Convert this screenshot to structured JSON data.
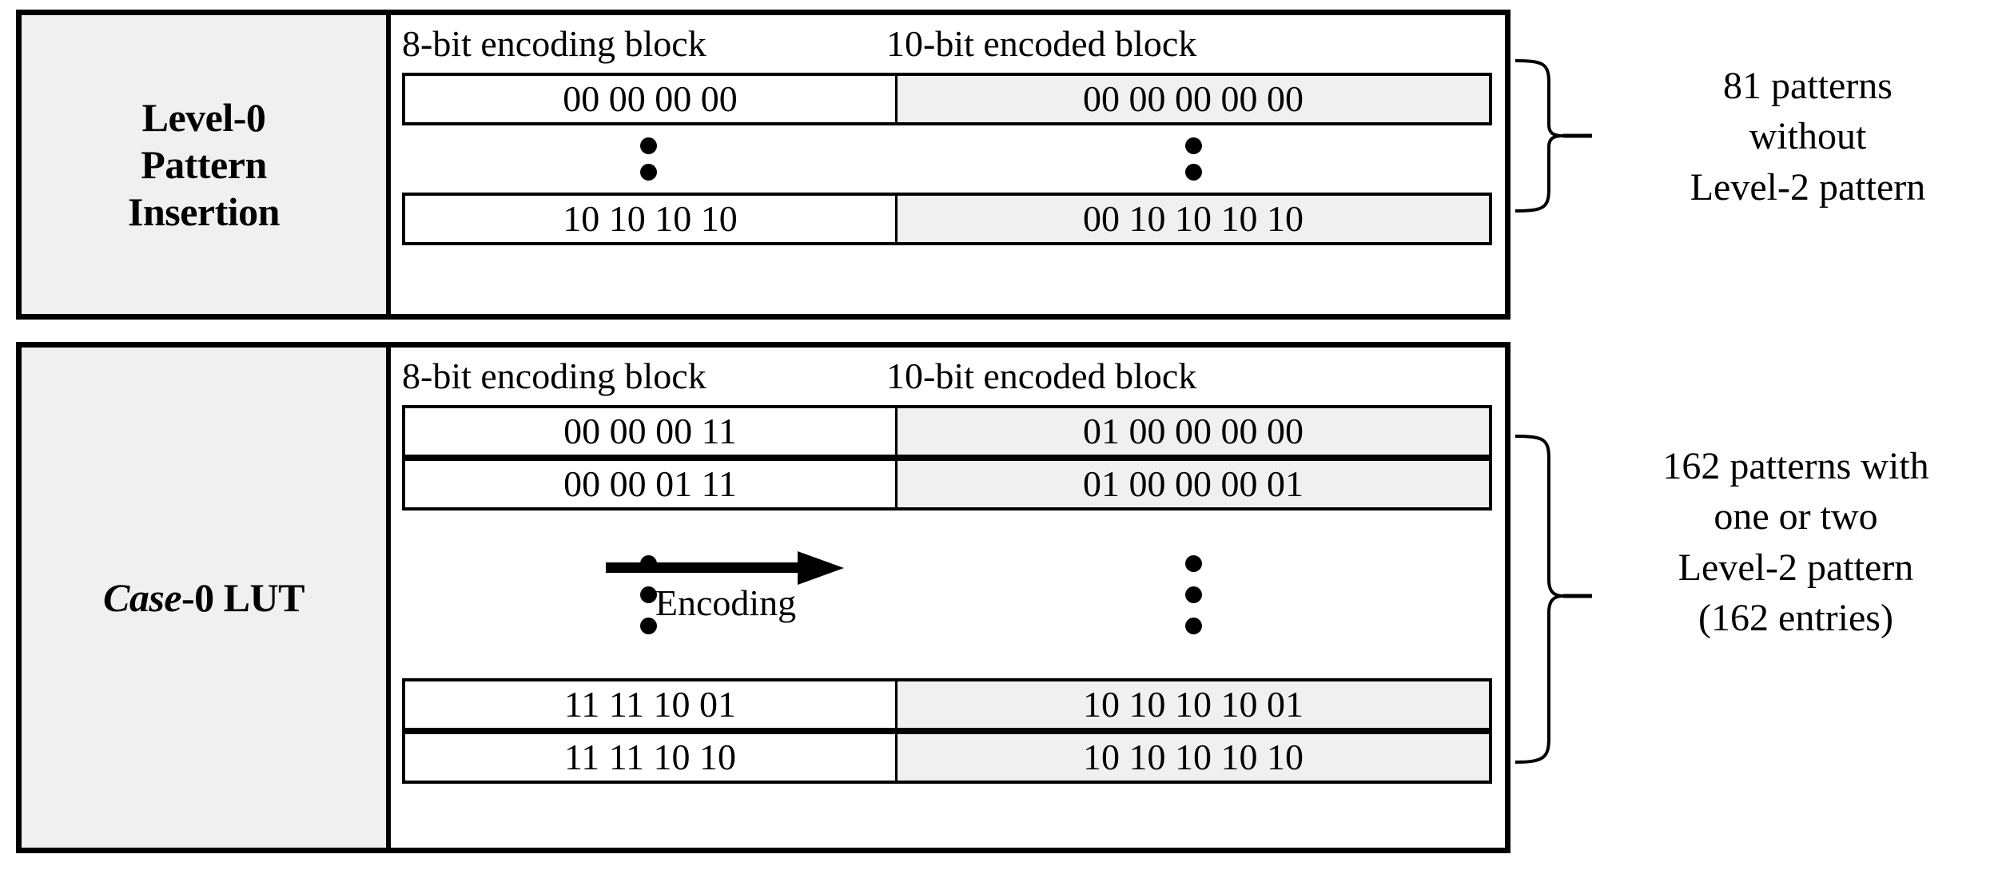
{
  "figure": {
    "panels": [
      {
        "id": "level0",
        "label_html": "Level-0\nPattern\nInsertion",
        "label_line1": "Level-0",
        "label_line2": "Pattern",
        "label_line3": "Insertion",
        "headers": {
          "left": "8-bit encoding block",
          "right": "10-bit encoded block"
        },
        "rows_top": [
          {
            "left": "00 00 00 00",
            "right": "00 00 00 00 00"
          }
        ],
        "ellipsis_dots": 2,
        "rows_bottom": [
          {
            "left": "10 10 10 10",
            "right": "00 10 10 10 10"
          }
        ],
        "annotation": "81 patterns\nwithout\nLevel-2 pattern"
      },
      {
        "id": "case0",
        "label_italic": "Case",
        "label_rest": "-0 LUT",
        "headers": {
          "left": "8-bit encoding block",
          "right": "10-bit encoded block"
        },
        "rows_top": [
          {
            "left": "00 00 00 11",
            "right": "01 00 00 00 00"
          },
          {
            "left": "00 00 01 11",
            "right": "01 00 00 00 01"
          }
        ],
        "ellipsis_dots": 3,
        "arrow_caption": "Encoding",
        "rows_bottom": [
          {
            "left": "11 11 10 01",
            "right": "10 10 10 10 01"
          },
          {
            "left": "11 11 10 10",
            "right": "10 10 10 10 10"
          }
        ],
        "annotation": "162 patterns with\none or two\nLevel-2 pattern\n(162 entries)"
      }
    ],
    "colors": {
      "label_cell_bg": "#f0f0f0",
      "encoded_cell_bg": "#f0f0f0",
      "border": "#000000",
      "page_bg": "#ffffff"
    }
  }
}
